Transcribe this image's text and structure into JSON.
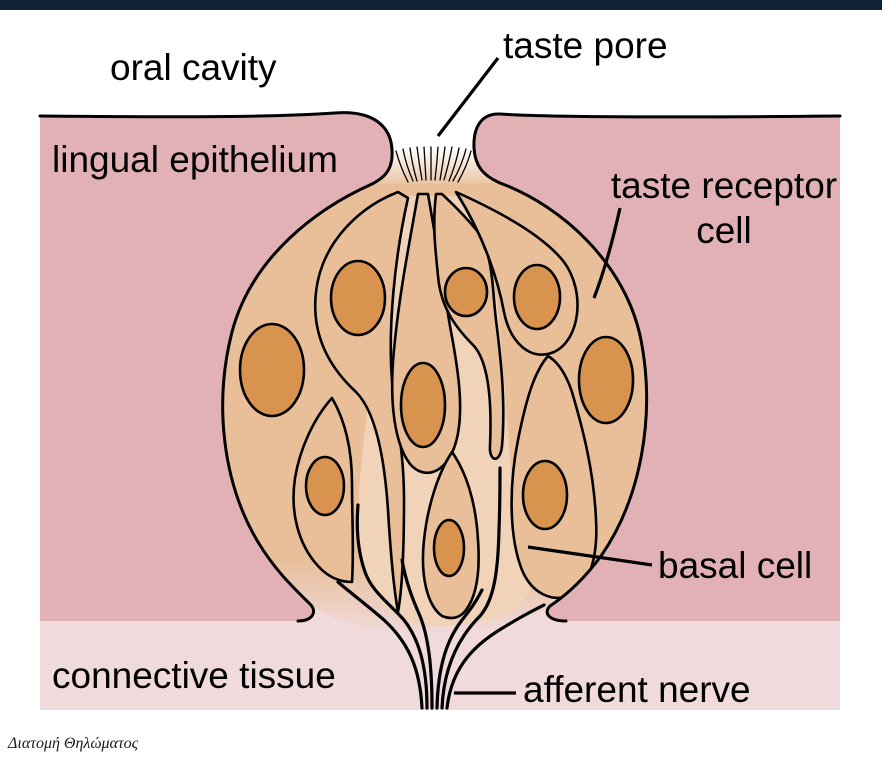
{
  "colors": {
    "top_bar": "#0d2137",
    "lingual_epithelium": "#e2b1b6",
    "connective_tissue": "#f0dadc",
    "taste_bud": "#e8bf99",
    "intercellular_space": "#f0d3b9",
    "nucleus": "#d8944e",
    "outline": "#000000"
  },
  "diagram": {
    "labels": {
      "oral_cavity": "oral cavity",
      "taste_pore": "taste pore",
      "lingual_epithelium": "lingual epithelium",
      "taste_receptor_cell": [
        "taste receptor",
        "cell"
      ],
      "basal_cell": "basal cell",
      "connective_tissue": "connective tissue",
      "afferent_nerve": "afferent nerve"
    }
  },
  "caption": "Διατομή Θηλώματος"
}
